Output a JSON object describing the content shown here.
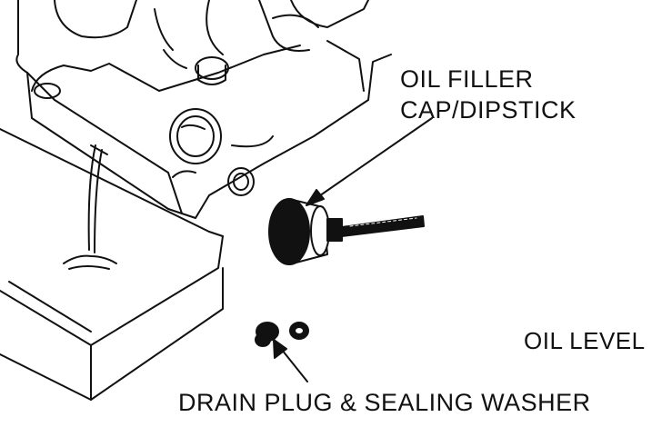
{
  "labels": {
    "filler_line1": "OIL FILLER",
    "filler_line2": "CAP/DIPSTICK",
    "oil_level": "OIL LEVEL",
    "drain": "DRAIN PLUG & SEALING WASHER"
  },
  "colors": {
    "ink": "#111111",
    "paper": "#ffffff"
  }
}
